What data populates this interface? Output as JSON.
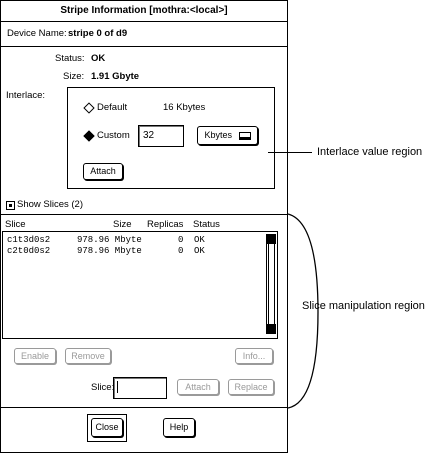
{
  "window": {
    "title": "Stripe Information [mothra:<local>]"
  },
  "device": {
    "label": "Device Name:",
    "value": "stripe 0 of d9"
  },
  "status": {
    "label": "Status:",
    "value": "OK"
  },
  "size": {
    "label": "Size:",
    "value": "1.91 Gbyte"
  },
  "interlace": {
    "label": "Interlace:",
    "default_label": "Default",
    "default_value": "16 Kbytes",
    "custom_label": "Custom",
    "custom_value": "32",
    "unit_value": "Kbytes",
    "selected": "Custom",
    "attach_label": "Attach"
  },
  "slices": {
    "toggle_label": "Show Slices (2)",
    "toggle_checked": true,
    "columns": [
      "Slice",
      "Size",
      "Replicas",
      "Status"
    ],
    "rows": [
      {
        "slice": "c1t3d0s2",
        "size": "978.96 Mbyte",
        "replicas": "0",
        "status": "OK"
      },
      {
        "slice": "c2t0d0s2",
        "size": "978.96 Mbyte",
        "replicas": "0",
        "status": "OK"
      }
    ],
    "enable_label": "Enable",
    "remove_label": "Remove",
    "info_label": "Info...",
    "slice_field_label": "Slice:",
    "slice_field_value": "",
    "attach_label": "Attach",
    "replace_label": "Replace"
  },
  "footer": {
    "close_label": "Close",
    "help_label": "Help"
  },
  "annotations": {
    "interlace_region": "Interlace value region",
    "slice_region": "Slice manipulation region"
  }
}
